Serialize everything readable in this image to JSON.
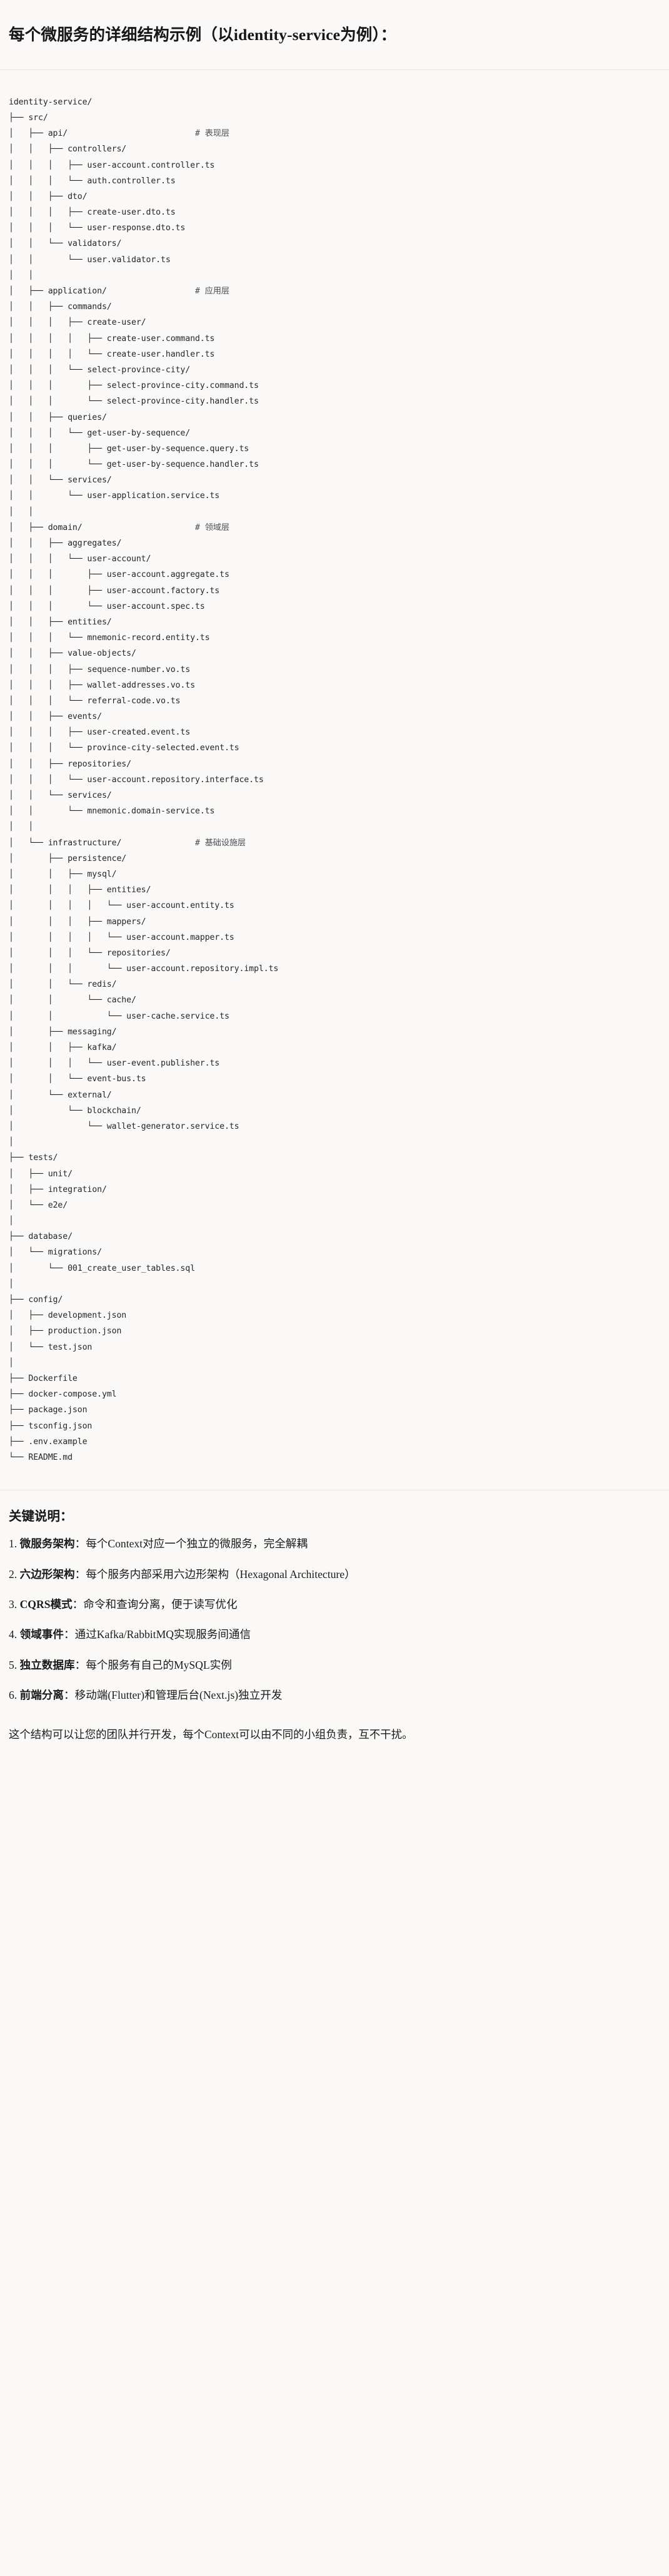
{
  "heading": "每个微服务的详细结构示例（以identity-service为例）：",
  "tree": {
    "root_label": "identity-service/",
    "lines": [
      {
        "text": "identity-service/",
        "comment": ""
      },
      {
        "text": "├── src/",
        "comment": ""
      },
      {
        "text": "│   ├── api/",
        "comment": "# 表现层"
      },
      {
        "text": "│   │   ├── controllers/",
        "comment": ""
      },
      {
        "text": "│   │   │   ├── user-account.controller.ts",
        "comment": ""
      },
      {
        "text": "│   │   │   └── auth.controller.ts",
        "comment": ""
      },
      {
        "text": "│   │   ├── dto/",
        "comment": ""
      },
      {
        "text": "│   │   │   ├── create-user.dto.ts",
        "comment": ""
      },
      {
        "text": "│   │   │   └── user-response.dto.ts",
        "comment": ""
      },
      {
        "text": "│   │   └── validators/",
        "comment": ""
      },
      {
        "text": "│   │       └── user.validator.ts",
        "comment": ""
      },
      {
        "text": "│   │",
        "comment": ""
      },
      {
        "text": "│   ├── application/",
        "comment": "# 应用层"
      },
      {
        "text": "│   │   ├── commands/",
        "comment": ""
      },
      {
        "text": "│   │   │   ├── create-user/",
        "comment": ""
      },
      {
        "text": "│   │   │   │   ├── create-user.command.ts",
        "comment": ""
      },
      {
        "text": "│   │   │   │   └── create-user.handler.ts",
        "comment": ""
      },
      {
        "text": "│   │   │   └── select-province-city/",
        "comment": ""
      },
      {
        "text": "│   │   │       ├── select-province-city.command.ts",
        "comment": ""
      },
      {
        "text": "│   │   │       └── select-province-city.handler.ts",
        "comment": ""
      },
      {
        "text": "│   │   ├── queries/",
        "comment": ""
      },
      {
        "text": "│   │   │   └── get-user-by-sequence/",
        "comment": ""
      },
      {
        "text": "│   │   │       ├── get-user-by-sequence.query.ts",
        "comment": ""
      },
      {
        "text": "│   │   │       └── get-user-by-sequence.handler.ts",
        "comment": ""
      },
      {
        "text": "│   │   └── services/",
        "comment": ""
      },
      {
        "text": "│   │       └── user-application.service.ts",
        "comment": ""
      },
      {
        "text": "│   │",
        "comment": ""
      },
      {
        "text": "│   ├── domain/",
        "comment": "# 领域层"
      },
      {
        "text": "│   │   ├── aggregates/",
        "comment": ""
      },
      {
        "text": "│   │   │   └── user-account/",
        "comment": ""
      },
      {
        "text": "│   │   │       ├── user-account.aggregate.ts",
        "comment": ""
      },
      {
        "text": "│   │   │       ├── user-account.factory.ts",
        "comment": ""
      },
      {
        "text": "│   │   │       └── user-account.spec.ts",
        "comment": ""
      },
      {
        "text": "│   │   ├── entities/",
        "comment": ""
      },
      {
        "text": "│   │   │   └── mnemonic-record.entity.ts",
        "comment": ""
      },
      {
        "text": "│   │   ├── value-objects/",
        "comment": ""
      },
      {
        "text": "│   │   │   ├── sequence-number.vo.ts",
        "comment": ""
      },
      {
        "text": "│   │   │   ├── wallet-addresses.vo.ts",
        "comment": ""
      },
      {
        "text": "│   │   │   └── referral-code.vo.ts",
        "comment": ""
      },
      {
        "text": "│   │   ├── events/",
        "comment": ""
      },
      {
        "text": "│   │   │   ├── user-created.event.ts",
        "comment": ""
      },
      {
        "text": "│   │   │   └── province-city-selected.event.ts",
        "comment": ""
      },
      {
        "text": "│   │   ├── repositories/",
        "comment": ""
      },
      {
        "text": "│   │   │   └── user-account.repository.interface.ts",
        "comment": ""
      },
      {
        "text": "│   │   └── services/",
        "comment": ""
      },
      {
        "text": "│   │       └── mnemonic.domain-service.ts",
        "comment": ""
      },
      {
        "text": "│   │",
        "comment": ""
      },
      {
        "text": "│   └── infrastructure/",
        "comment": "# 基础设施层"
      },
      {
        "text": "│       ├── persistence/",
        "comment": ""
      },
      {
        "text": "│       │   ├── mysql/",
        "comment": ""
      },
      {
        "text": "│       │   │   ├── entities/",
        "comment": ""
      },
      {
        "text": "│       │   │   │   └── user-account.entity.ts",
        "comment": ""
      },
      {
        "text": "│       │   │   ├── mappers/",
        "comment": ""
      },
      {
        "text": "│       │   │   │   └── user-account.mapper.ts",
        "comment": ""
      },
      {
        "text": "│       │   │   └── repositories/",
        "comment": ""
      },
      {
        "text": "│       │   │       └── user-account.repository.impl.ts",
        "comment": ""
      },
      {
        "text": "│       │   └── redis/",
        "comment": ""
      },
      {
        "text": "│       │       └── cache/",
        "comment": ""
      },
      {
        "text": "│       │           └── user-cache.service.ts",
        "comment": ""
      },
      {
        "text": "│       ├── messaging/",
        "comment": ""
      },
      {
        "text": "│       │   ├── kafka/",
        "comment": ""
      },
      {
        "text": "│       │   │   └── user-event.publisher.ts",
        "comment": ""
      },
      {
        "text": "│       │   └── event-bus.ts",
        "comment": ""
      },
      {
        "text": "│       └── external/",
        "comment": ""
      },
      {
        "text": "│           └── blockchain/",
        "comment": ""
      },
      {
        "text": "│               └── wallet-generator.service.ts",
        "comment": ""
      },
      {
        "text": "│",
        "comment": ""
      },
      {
        "text": "├── tests/",
        "comment": ""
      },
      {
        "text": "│   ├── unit/",
        "comment": ""
      },
      {
        "text": "│   ├── integration/",
        "comment": ""
      },
      {
        "text": "│   └── e2e/",
        "comment": ""
      },
      {
        "text": "│",
        "comment": ""
      },
      {
        "text": "├── database/",
        "comment": ""
      },
      {
        "text": "│   └── migrations/",
        "comment": ""
      },
      {
        "text": "│       └── 001_create_user_tables.sql",
        "comment": ""
      },
      {
        "text": "│",
        "comment": ""
      },
      {
        "text": "├── config/",
        "comment": ""
      },
      {
        "text": "│   ├── development.json",
        "comment": ""
      },
      {
        "text": "│   ├── production.json",
        "comment": ""
      },
      {
        "text": "│   └── test.json",
        "comment": ""
      },
      {
        "text": "│",
        "comment": ""
      },
      {
        "text": "├── Dockerfile",
        "comment": ""
      },
      {
        "text": "├── docker-compose.yml",
        "comment": ""
      },
      {
        "text": "├── package.json",
        "comment": ""
      },
      {
        "text": "├── tsconfig.json",
        "comment": ""
      },
      {
        "text": "├── .env.example",
        "comment": ""
      },
      {
        "text": "└── README.md",
        "comment": ""
      }
    ]
  },
  "notes": {
    "title": "关键说明：",
    "items": [
      {
        "num": "1.",
        "term": "微服务架构",
        "sep": "：",
        "desc": "每个Context对应一个独立的微服务，完全解耦"
      },
      {
        "num": "2.",
        "term": "六边形架构",
        "sep": "：",
        "desc": "每个服务内部采用六边形架构（Hexagonal Architecture）"
      },
      {
        "num": "3.",
        "term": "CQRS模式",
        "sep": "：",
        "desc": "命令和查询分离，便于读写优化"
      },
      {
        "num": "4.",
        "term": "领域事件",
        "sep": "：",
        "desc": "通过Kafka/RabbitMQ实现服务间通信"
      },
      {
        "num": "5.",
        "term": "独立数据库",
        "sep": "：",
        "desc": "每个服务有自己的MySQL实例"
      },
      {
        "num": "6.",
        "term": "前端分离",
        "sep": "：",
        "desc": "移动端(Flutter)和管理后台(Next.js)独立开发"
      }
    ],
    "closing": "这个结构可以让您的团队并行开发，每个Context可以由不同的小组负责，互不干扰。"
  },
  "colors": {
    "background": "#faf9f7",
    "text": "#1b1b1b",
    "code_text": "#23262b",
    "comment_text": "#4b5057",
    "rule": "#e6e4e0"
  }
}
